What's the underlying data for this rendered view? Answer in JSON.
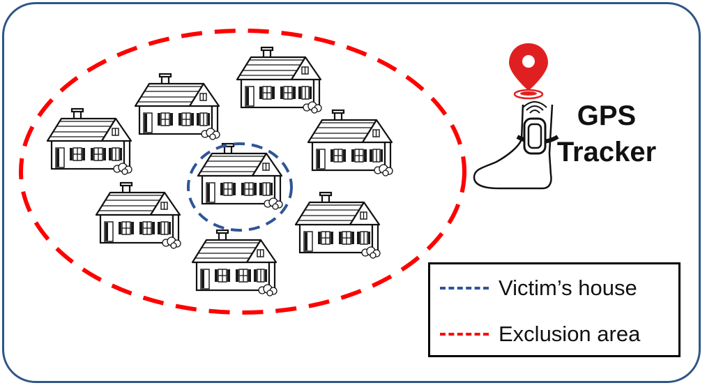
{
  "title": {
    "line1": "GPS",
    "line2": "Tracker"
  },
  "legend": {
    "items": [
      {
        "label": "Victim’s house",
        "color": "#2f5597"
      },
      {
        "label": "Exclusion area",
        "color": "#ff0000"
      }
    ]
  },
  "colors": {
    "frame": "#2f5685",
    "exclusion": "#ff0000",
    "victim": "#2f5597",
    "pin": "#e02020"
  },
  "icons": [
    "house-icon",
    "map-pin-icon",
    "ankle-monitor-icon"
  ],
  "house_count": 8
}
